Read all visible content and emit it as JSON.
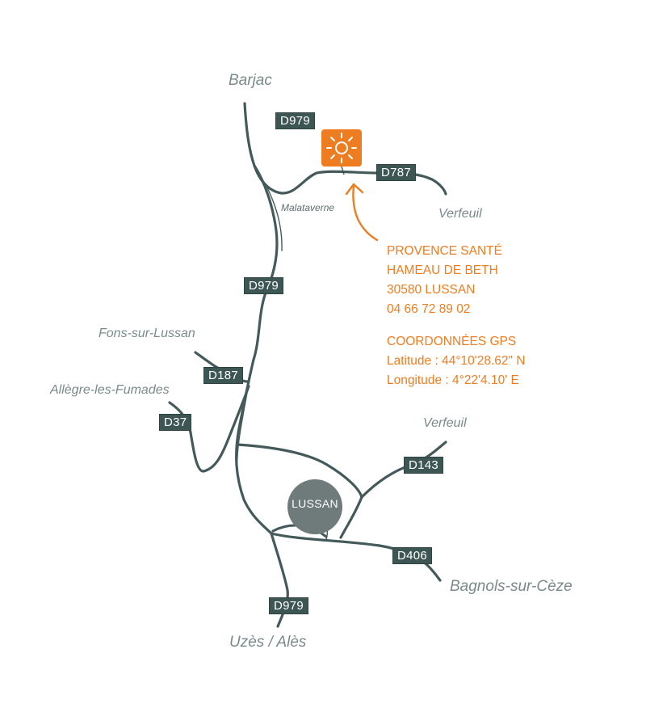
{
  "places": {
    "barjac": "Barjac",
    "malataverne": "Malataverne",
    "verfeuil_top": "Verfeuil",
    "fons": "Fons-sur-Lussan",
    "allegre": "Allègre-les-Fumades",
    "verfeuil_bottom": "Verfeuil",
    "bagnols": "Bagnols-sur-Cèze",
    "uzes": "Uzès / Alès",
    "lussan": "LUSSAN"
  },
  "roads": {
    "d979_top": "D979",
    "d787": "D787",
    "d979_mid": "D979",
    "d187": "D187",
    "d37": "D37",
    "d143": "D143",
    "d406": "D406",
    "d979_bottom": "D979"
  },
  "destination": {
    "name": "PROVENCE SANTÉ",
    "hamlet": "HAMEAU DE BETH",
    "postal": "30580 LUSSAN",
    "phone": "04 66 72 89 02"
  },
  "gps": {
    "heading": "COORDONNÉES GPS",
    "latitude": "Latitude : 44°10'28.62\" N",
    "longitude": "Longitude : 4°22'4.10' E"
  },
  "colors": {
    "road": "#445a5a",
    "badge": "#3d5654",
    "accent": "#ee7d22",
    "label": "#7a8a8a",
    "town": "#6e7b7a"
  },
  "icons": {
    "marker": "sun-icon",
    "pointer": "arrow-icon"
  }
}
